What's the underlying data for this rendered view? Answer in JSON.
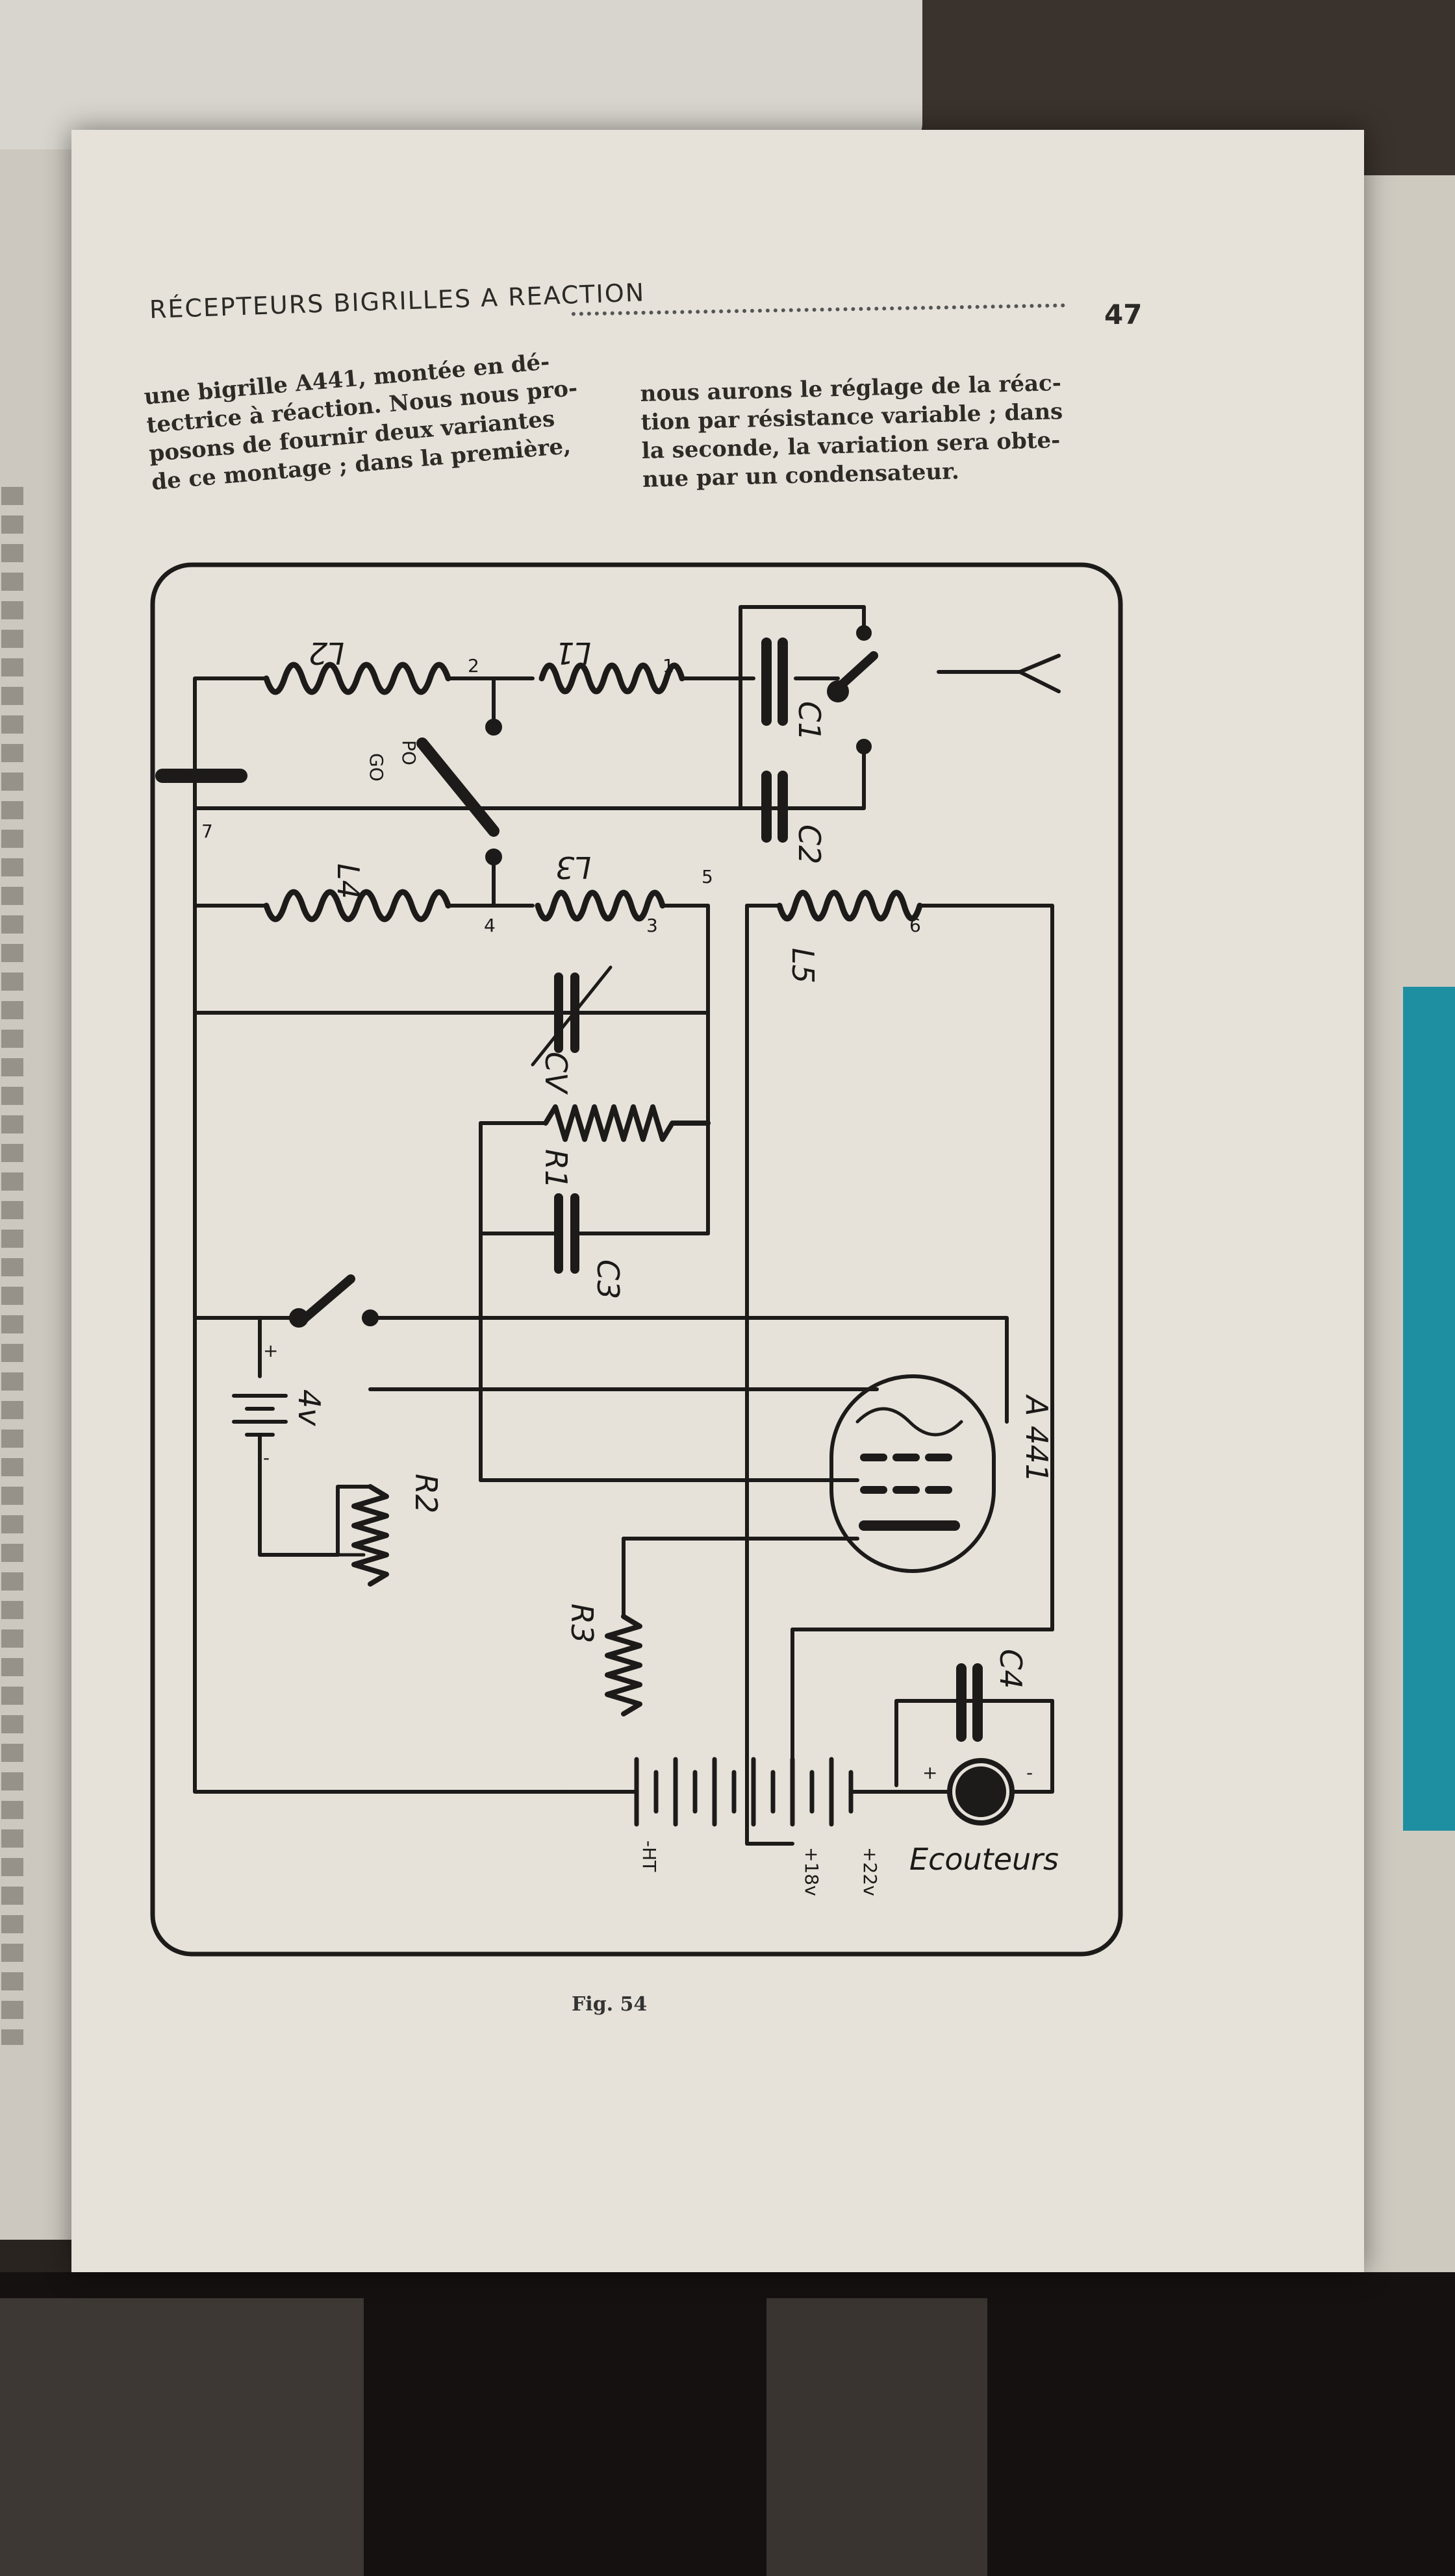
{
  "header": {
    "running_title": "RÉCEPTEURS BIGRILLES A REACTION",
    "page_number": "47"
  },
  "text": {
    "left_column": [
      "une bigrille A441, montée en dé-",
      "tectrice à réaction. Nous nous pro-",
      "posons de fournir deux variantes",
      "de ce montage ; dans la première,"
    ],
    "right_column": [
      "nous aurons le réglage de la réac-",
      "tion par résistance variable ; dans",
      "la seconde, la variation sera obte-",
      "nue par un condensateur."
    ]
  },
  "figure": {
    "caption": "Fig. 54",
    "labels": {
      "L1": "L1",
      "L2": "L2",
      "L3": "L3",
      "L4": "L4",
      "L5": "L5",
      "C1": "C1",
      "C2": "C2",
      "C3": "C3",
      "C4": "C4",
      "CV": "CV",
      "R1": "R1",
      "R2": "R2",
      "R3": "R3",
      "PO": "PO",
      "GO": "GO",
      "tube": "A 441",
      "battery_4v": "4v",
      "phones": "Ecouteurs",
      "hv_plus22": "+22v",
      "hv_plus18": "+18v",
      "hv_minus": "-HT",
      "plus": "+",
      "minus": "-",
      "n1": "1",
      "n2": "2",
      "n3": "3",
      "n4": "4",
      "n5": "5",
      "n6": "6",
      "n7": "7"
    }
  }
}
